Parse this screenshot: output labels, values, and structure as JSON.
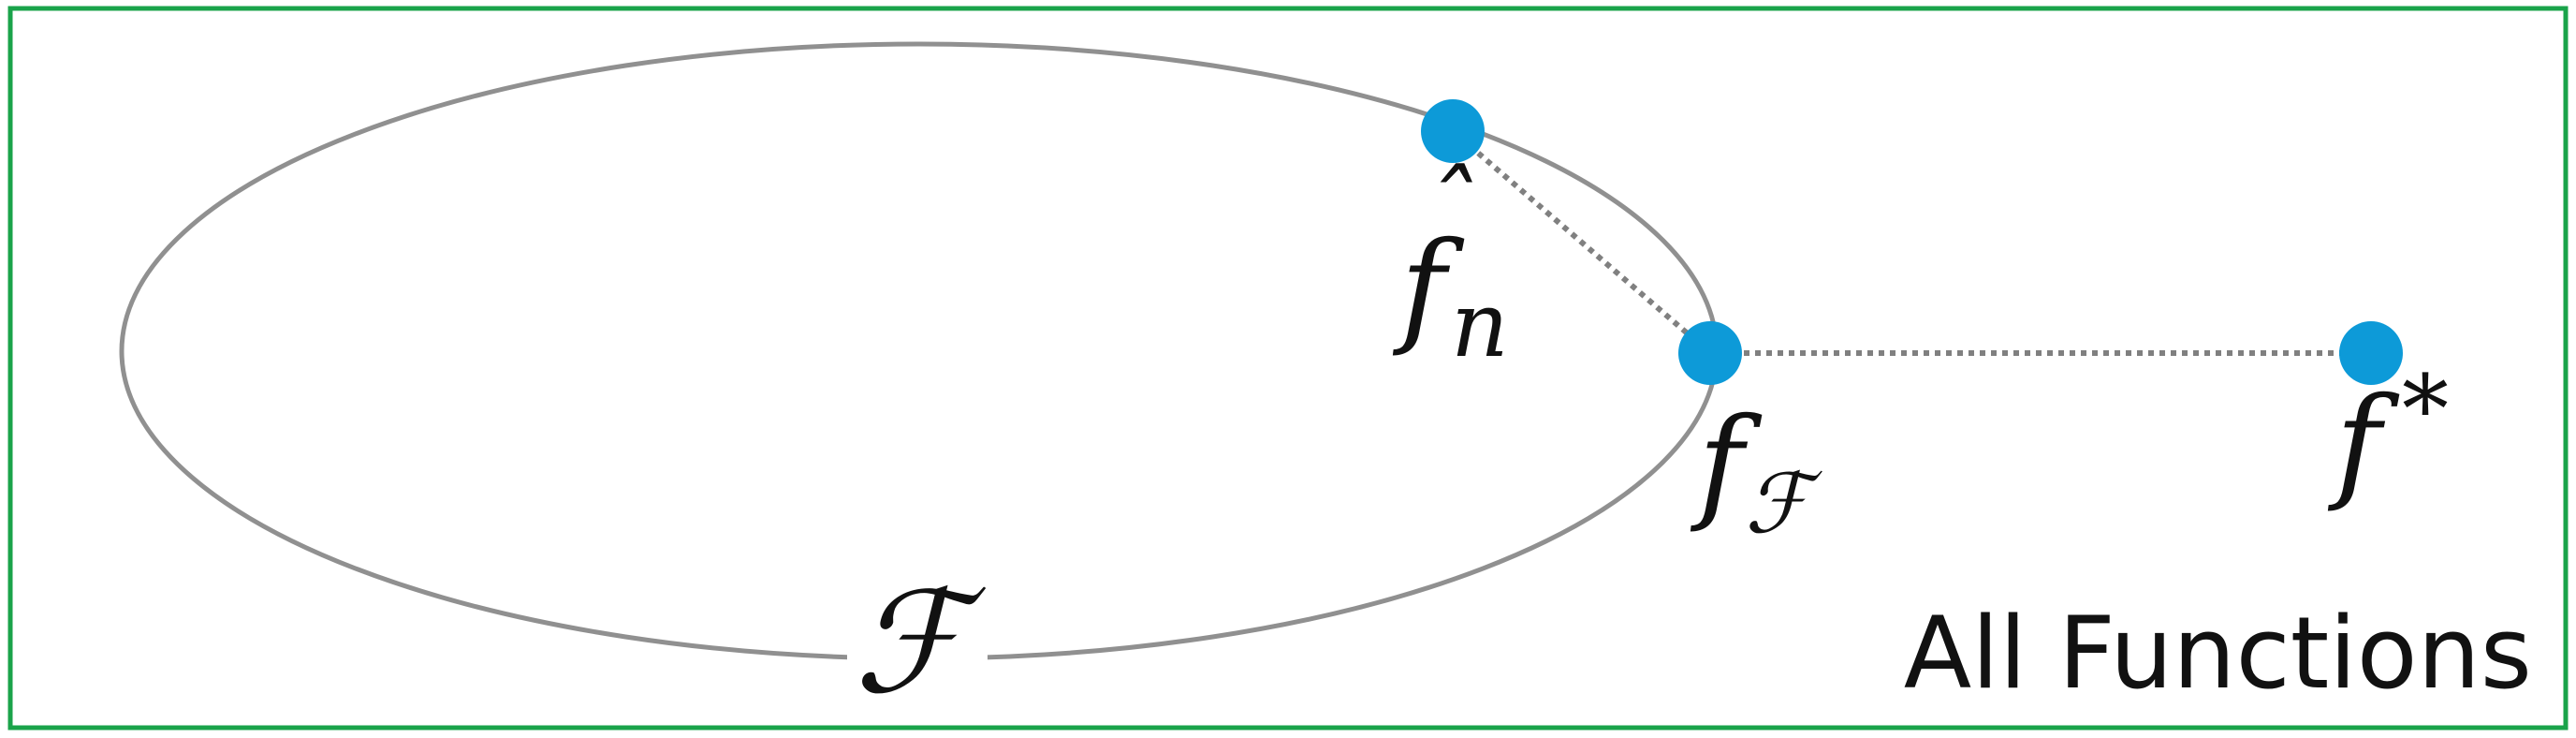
{
  "colors": {
    "frame": "#1aa34a",
    "ellipse": "#909090",
    "point": "#0d9ad8",
    "connector": "#808080",
    "text": "#111111"
  },
  "diagram": {
    "region_label": "All Functions",
    "set_label": "ℱ",
    "points": [
      {
        "base": "f",
        "accent": "ˆ",
        "subscript": "n",
        "superscript": ""
      },
      {
        "base": "f",
        "accent": "",
        "subscript": "ℱ",
        "superscript": ""
      },
      {
        "base": "f",
        "accent": "",
        "subscript": "",
        "superscript": "*"
      }
    ]
  }
}
